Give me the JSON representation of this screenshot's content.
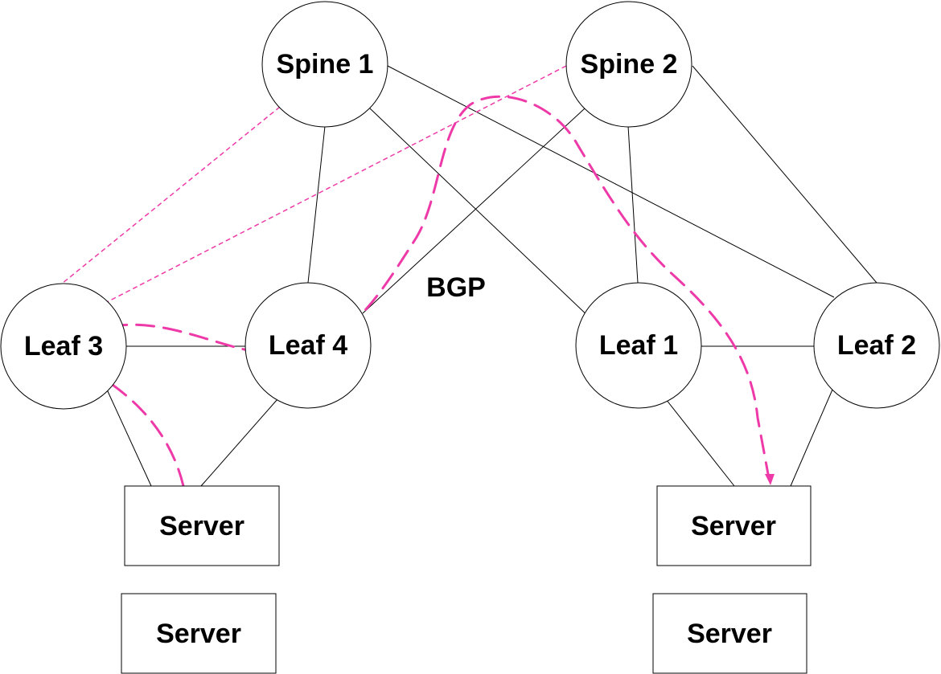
{
  "diagram": {
    "nodes": {
      "spine1": "Spine 1",
      "spine2": "Spine 2",
      "leaf3": "Leaf 3",
      "leaf4": "Leaf 4",
      "leaf1": "Leaf 1",
      "leaf2": "Leaf 2",
      "server_left_top": "Server",
      "server_left_bottom": "Server",
      "server_right_top": "Server",
      "server_right_bottom": "Server"
    },
    "center_label": "BGP"
  },
  "colors": {
    "accent": "#ee3aa8",
    "line": "#000000"
  }
}
